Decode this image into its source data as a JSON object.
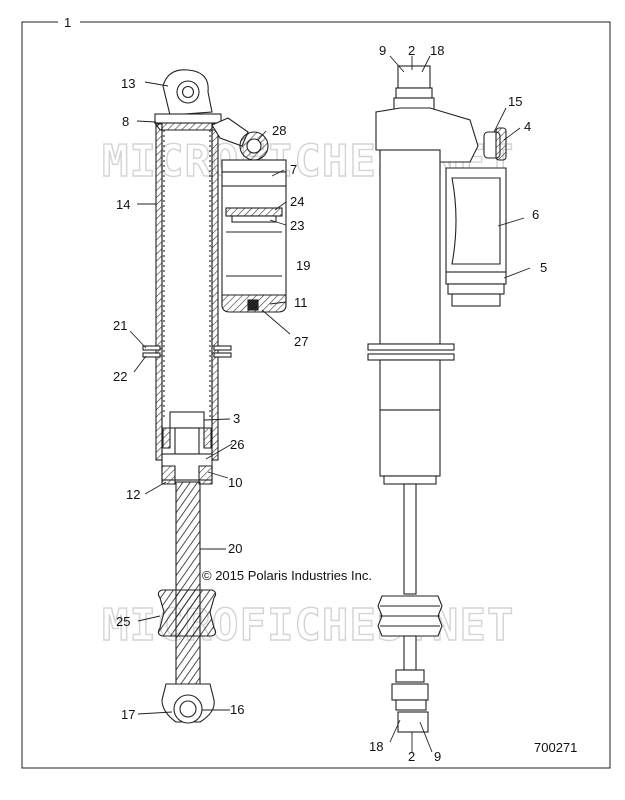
{
  "frame_label": "1",
  "copyright": "© 2015 Polaris Industries Inc.",
  "diagram_number": "700271",
  "watermark": "MICROFICHES.NET",
  "callouts": {
    "c13": "13",
    "c8": "8",
    "c14": "14",
    "c28": "28",
    "c7": "7",
    "c24": "24",
    "c23": "23",
    "c19": "19",
    "c11": "11",
    "c27": "27",
    "c21": "21",
    "c22": "22",
    "c3": "3",
    "c26": "26",
    "c10": "10",
    "c12": "12",
    "c20": "20",
    "c25": "25",
    "c17": "17",
    "c16": "16",
    "c9t": "9",
    "c2t": "2",
    "c18t": "18",
    "c15": "15",
    "c4": "4",
    "c6": "6",
    "c5": "5",
    "c18b": "18",
    "c2b": "2",
    "c9b": "9"
  }
}
